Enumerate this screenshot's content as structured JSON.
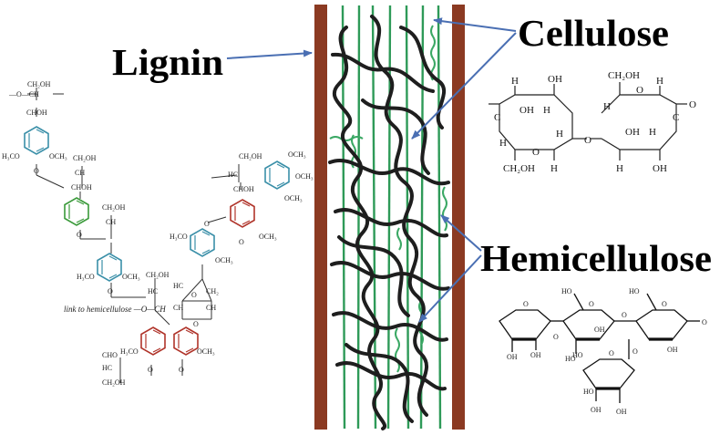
{
  "labels": {
    "lignin": "Lignin",
    "cellulose": "Cellulose",
    "hemicellulose": "Hemicellulose"
  },
  "lignin_structure": {
    "groups": {
      "ch2oh": "CH₂OH",
      "ch": "CH",
      "choh": "CHOH",
      "och3": "OCH₃",
      "h3co": "H₃CO",
      "hc": "HC",
      "cho": "CHO",
      "o_ch": "—O—CH",
      "ch2": "CH₂",
      "o": "O"
    },
    "link_text": "link to hemicellulose —O—CH"
  },
  "cellulose_structure": {
    "atoms": {
      "oh": "OH",
      "ch2oh": "CH₂OH",
      "h": "H",
      "c": "C",
      "o": "O"
    }
  },
  "hemicellulose_structure": {
    "atoms": {
      "oh": "OH",
      "ho": "HO",
      "o": "O"
    }
  },
  "colors": {
    "fiber_wall": "#8b3a22",
    "cellulose_strand": "#2e9a58",
    "hemicellulose_coil": "#3aa864",
    "lignin_strand": "#1e1e1e",
    "arrow": "#4a6fb3",
    "ring_blue": "#3a8fa8",
    "ring_green": "#3a9a3a",
    "ring_red": "#b0342a"
  }
}
